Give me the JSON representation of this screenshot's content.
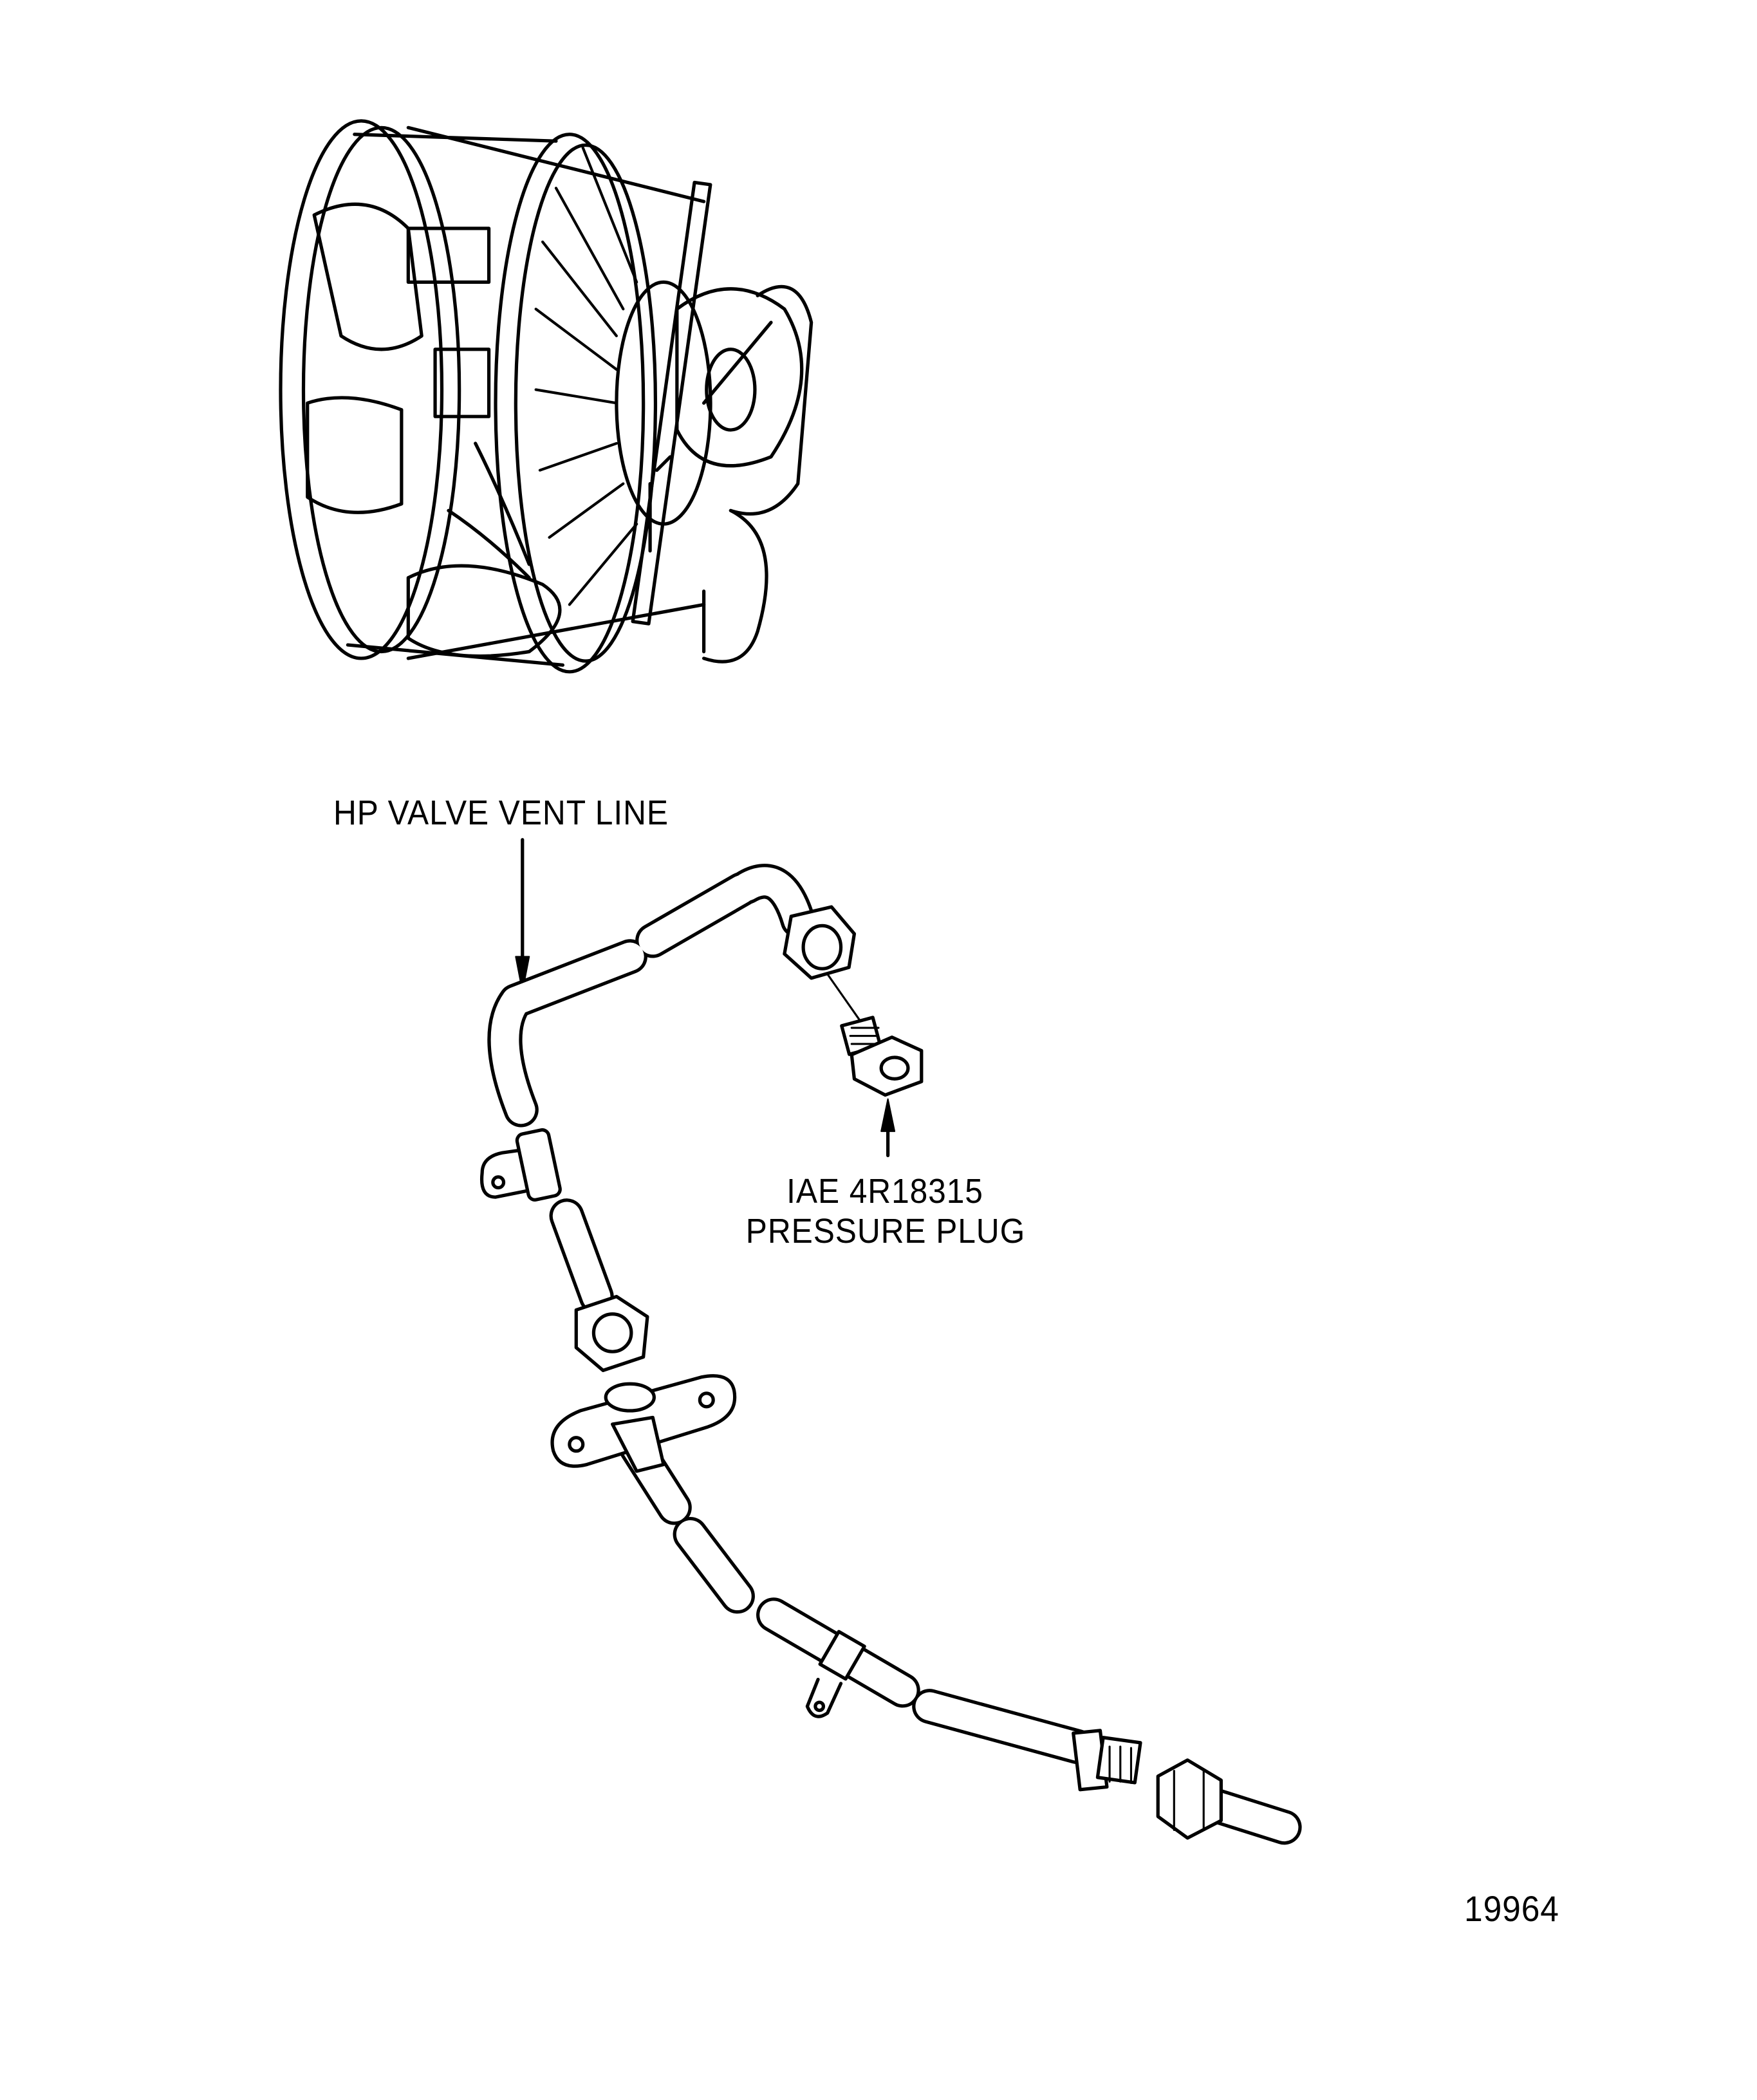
{
  "callouts": {
    "vent_line": "HP VALVE VENT LINE",
    "plug_part_number": "IAE 4R18315",
    "plug_name": "PRESSURE PLUG"
  },
  "figure_number": "19964"
}
